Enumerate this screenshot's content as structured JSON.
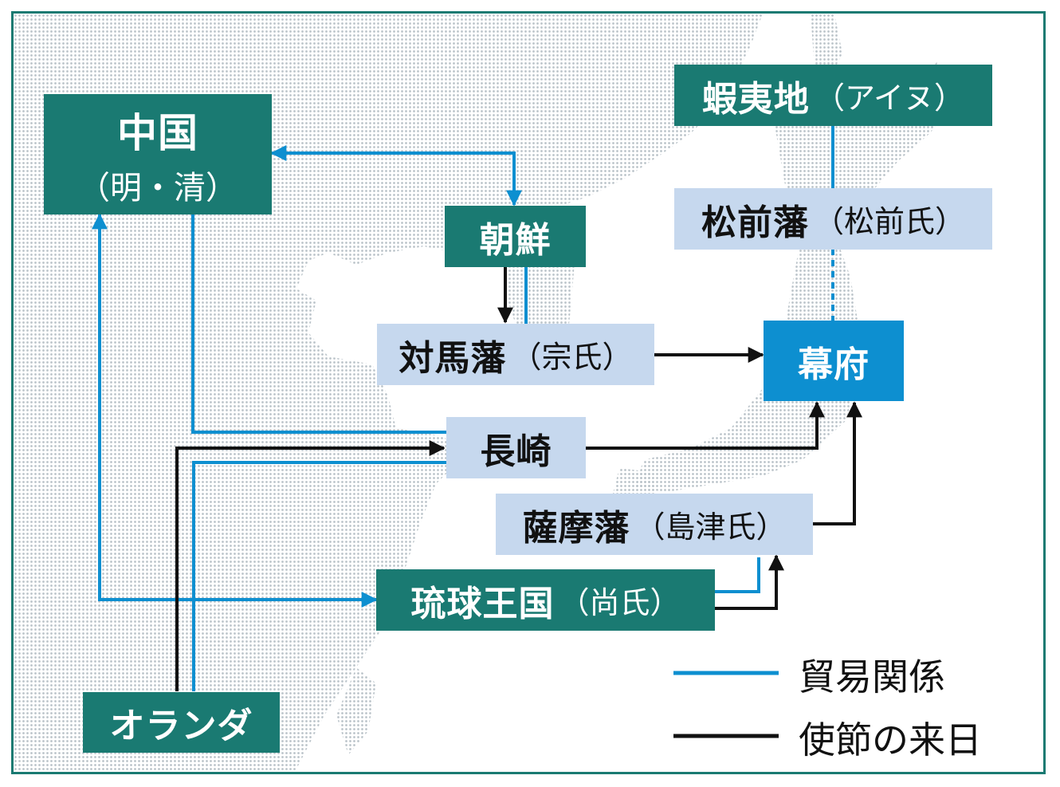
{
  "nodes": {
    "china": {
      "name": "中国",
      "sub": "（明・清）"
    },
    "korea": {
      "name": "朝鮮"
    },
    "tsushima": {
      "name": "対馬藩",
      "sub": "（宗氏）"
    },
    "nagasaki": {
      "name": "長崎"
    },
    "satsuma": {
      "name": "薩摩藩",
      "sub": "（島津氏）"
    },
    "ryukyu": {
      "name": "琉球王国",
      "sub": "（尚氏）"
    },
    "holland": {
      "name": "オランダ"
    },
    "ezo": {
      "name": "蝦夷地",
      "sub": "（アイヌ）"
    },
    "matsumae": {
      "name": "松前藩",
      "sub": "（松前氏）"
    },
    "bakufu": {
      "name": "幕府"
    }
  },
  "legend": {
    "trade": {
      "label": "貿易関係",
      "color": "#0d8fd0"
    },
    "envoys": {
      "label": "使節の来日",
      "color": "#111111"
    }
  },
  "colors": {
    "teal_box": "#1a7a72",
    "pale_box": "#c6d8ee",
    "bakufu_box": "#0d8fd0",
    "map_dots": "#b9c2c8"
  }
}
